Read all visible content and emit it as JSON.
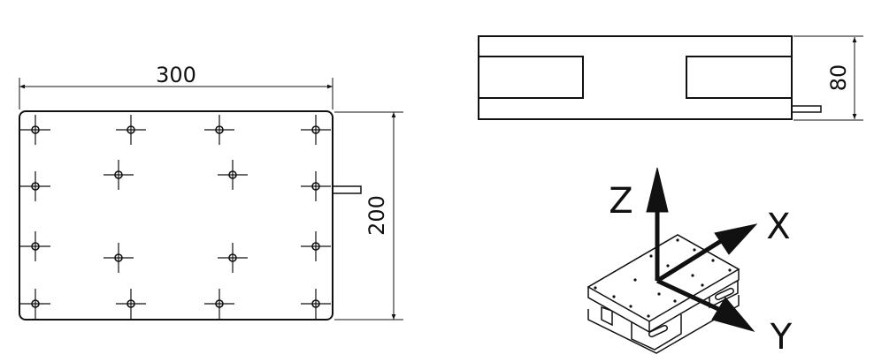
{
  "top_view": {
    "width_dim": "300",
    "height_dim": "200",
    "holes": [
      [
        40,
        147
      ],
      [
        148,
        147
      ],
      [
        248,
        147
      ],
      [
        357,
        147
      ],
      [
        134,
        198
      ],
      [
        263,
        198
      ],
      [
        40,
        211
      ],
      [
        357,
        211
      ],
      [
        40,
        279
      ],
      [
        357,
        279
      ],
      [
        134,
        292
      ],
      [
        263,
        292
      ],
      [
        40,
        344
      ],
      [
        148,
        344
      ],
      [
        248,
        344
      ],
      [
        357,
        344
      ]
    ]
  },
  "side_view": {
    "height_dim": "80"
  },
  "axes": {
    "x_label": "X",
    "y_label": "Y",
    "z_label": "Z"
  },
  "colors": {
    "line": "#111111",
    "background": "#ffffff"
  }
}
